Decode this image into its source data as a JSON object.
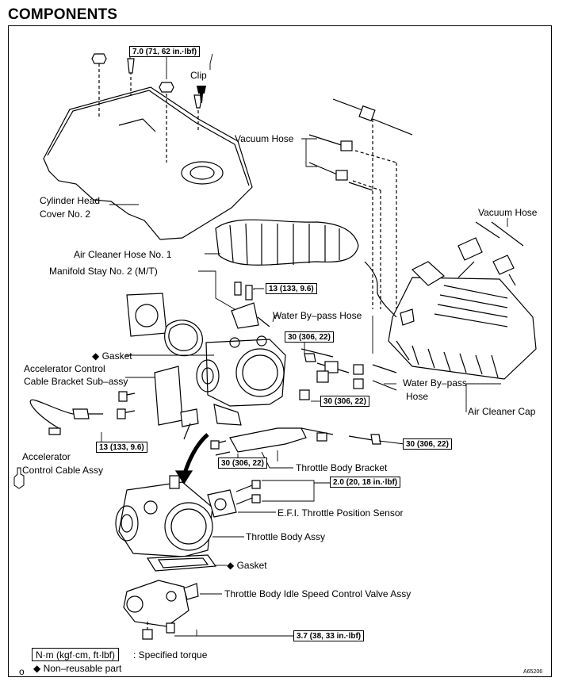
{
  "title": "COMPONENTS",
  "labels": {
    "clip": "Clip",
    "vacuum_hose_1": "Vacuum Hose",
    "vacuum_hose_2": "Vacuum Hose",
    "cyl_head_cover_1": "Cylinder Head",
    "cyl_head_cover_2": "Cover No. 2",
    "air_cleaner_hose": "Air Cleaner Hose No. 1",
    "manifold_stay": "Manifold Stay No. 2 (M/T)",
    "water_bypass_hose_1": "Water By–pass Hose",
    "water_bypass_hose_2a": "Water By–pass",
    "water_bypass_hose_2b": "Hose",
    "gasket_1": "Gasket",
    "accel_bracket_1": "Accelerator Control",
    "accel_bracket_2": "Cable Bracket Sub–assy",
    "air_cleaner_cap": "Air Cleaner Cap",
    "accel_cable_1": "Accelerator",
    "accel_cable_2": "Control Cable Assy",
    "throttle_body_bracket": "Throttle Body Bracket",
    "tps": "E.F.I. Throttle Position Sensor",
    "throttle_body_assy": "Throttle Body Assy",
    "gasket_2": "Gasket",
    "isc_valve": "Throttle Body Idle Speed Control Valve Assy"
  },
  "torques": {
    "t_cover": "7.0 (71, 62 in.·lbf)",
    "t_stay": "13 (133, 9.6)",
    "t_30a": "30 (306, 22)",
    "t_30b": "30 (306, 22)",
    "t_13b": "13 (133, 9.6)",
    "t_30c": "30 (306, 22)",
    "t_30d": "30 (306, 22)",
    "t_tps": "2.0 (20, 18 in.·lbf)",
    "t_isc": "3.7 (38, 33 in.·lbf)"
  },
  "legend": {
    "units": "N·m (kgf·cm, ft·lbf)",
    "specified": ": Specified torque",
    "nonreusable_symbol": "◆",
    "nonreusable": "Non–reusable part",
    "page_marker": "o",
    "figure_code": "A65206"
  }
}
